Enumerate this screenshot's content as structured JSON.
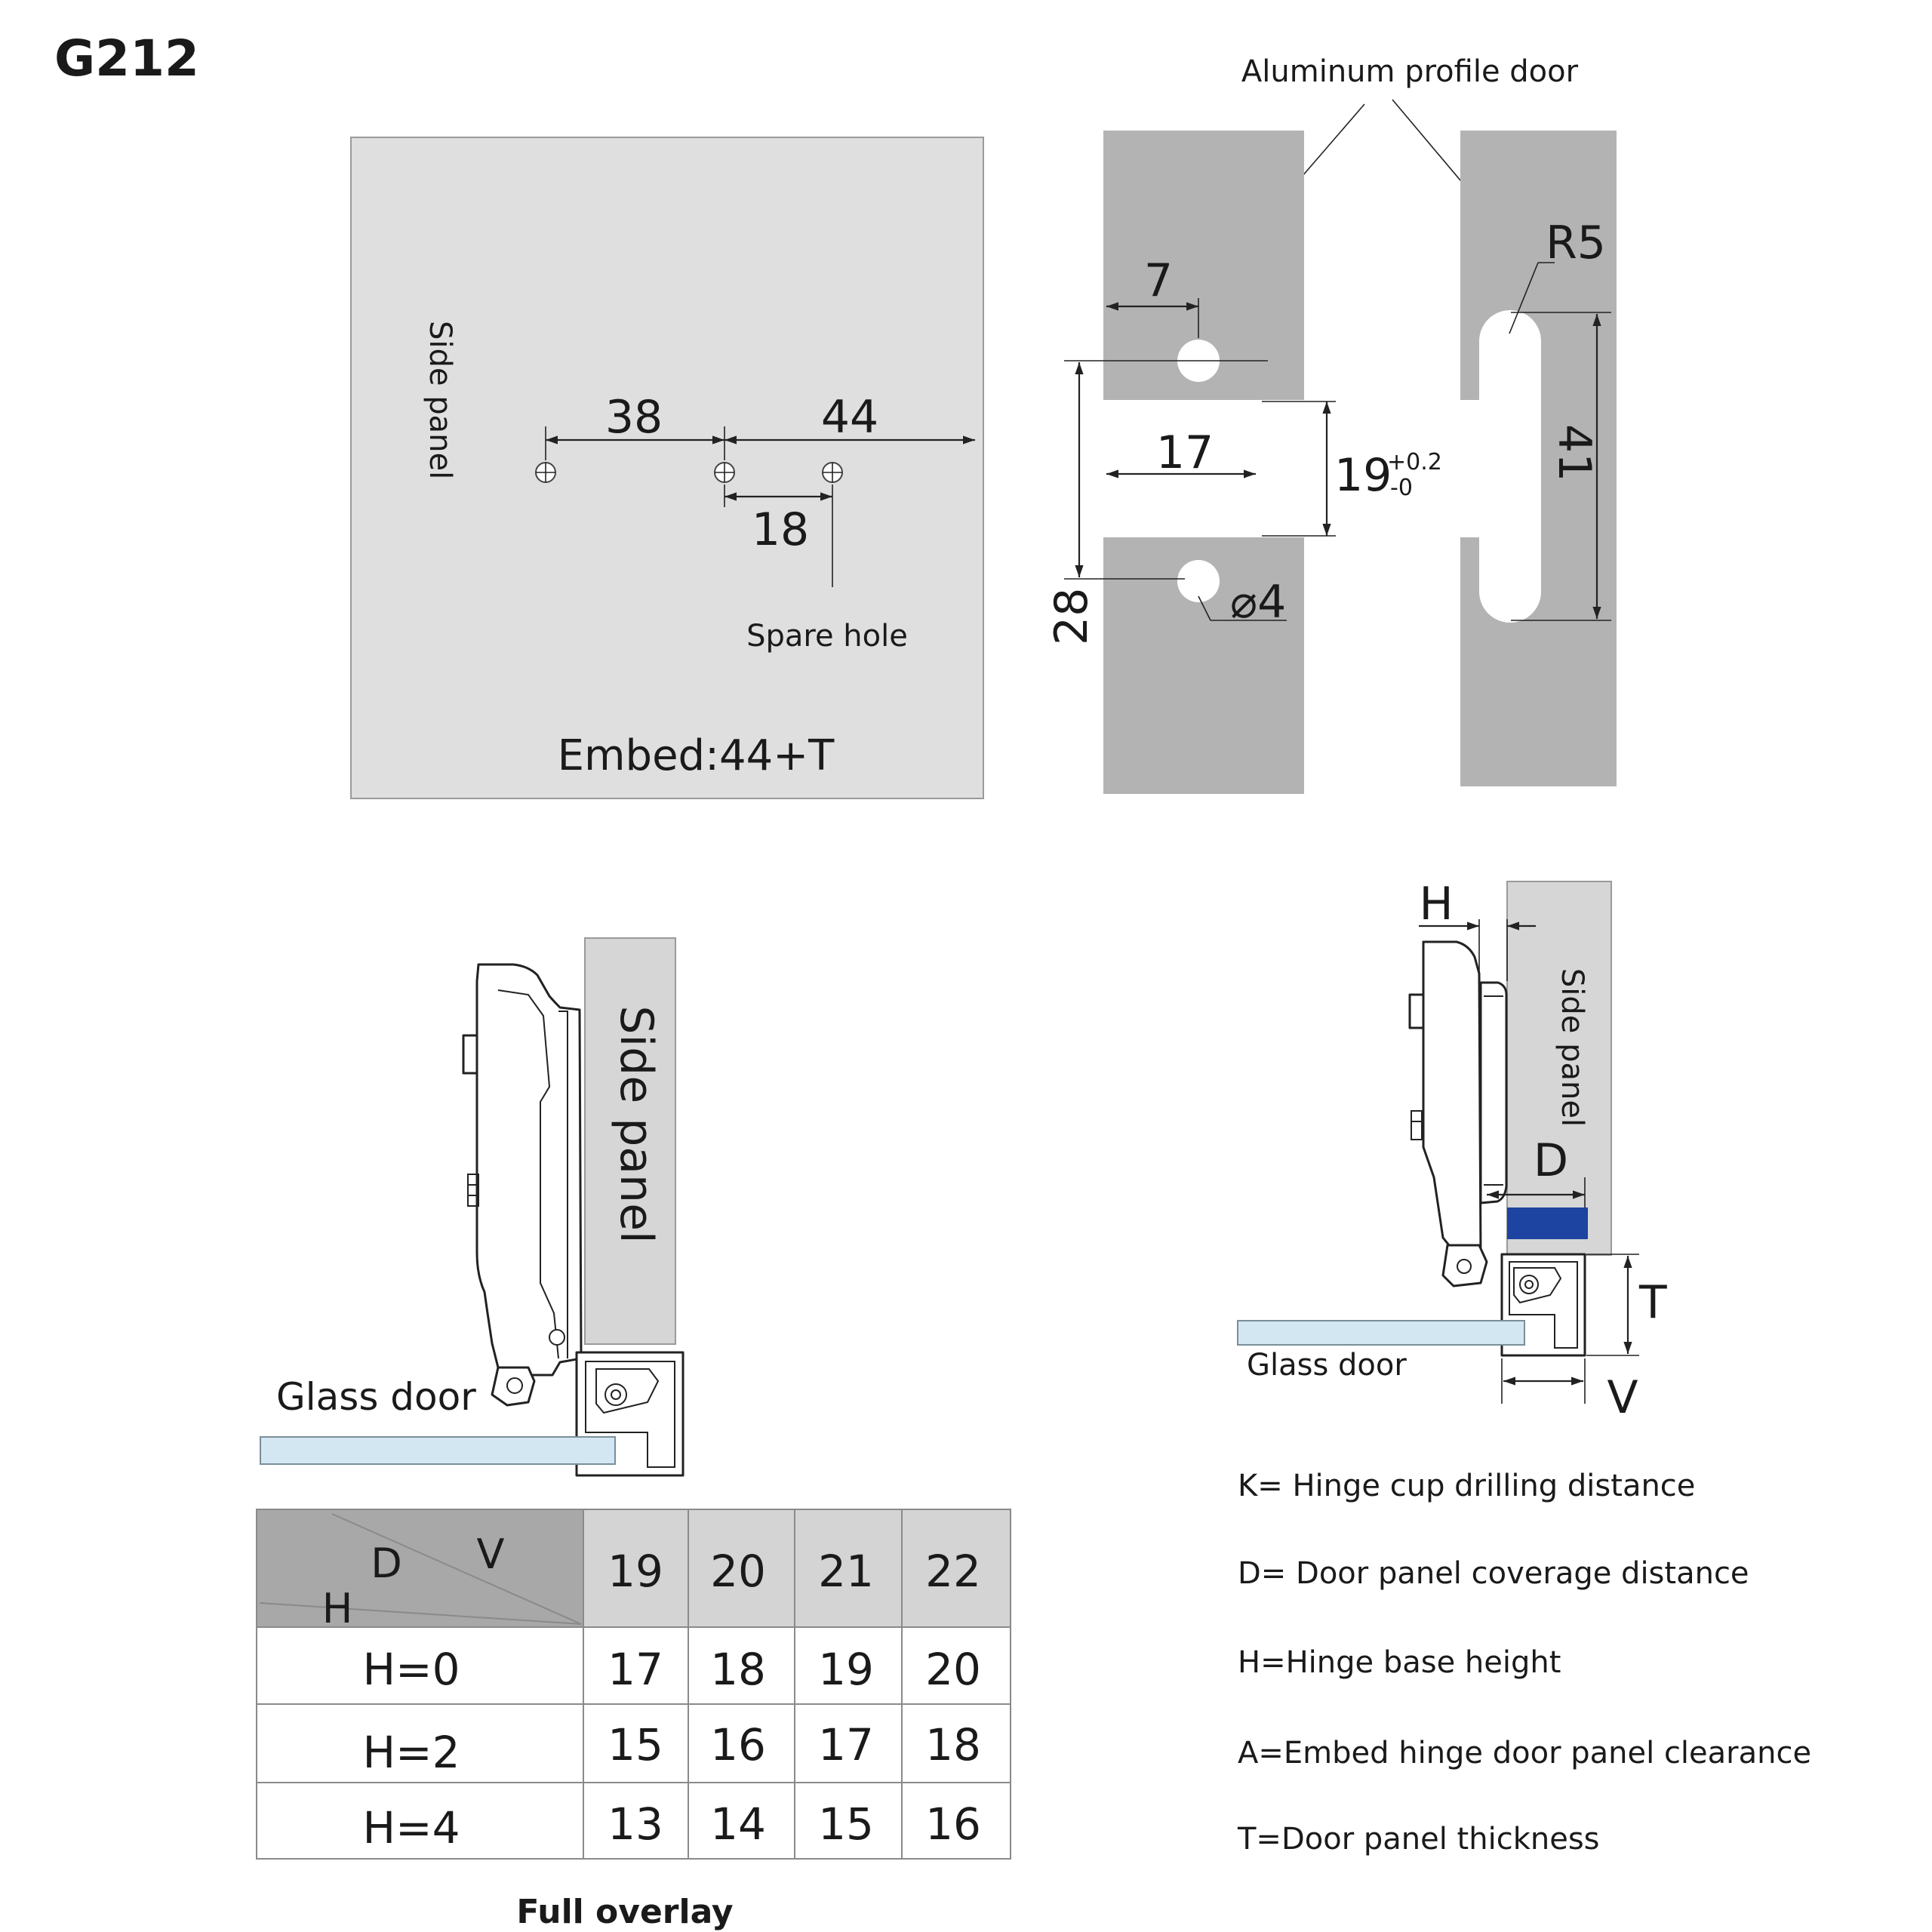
{
  "model": "G212",
  "top_left": {
    "side_panel_label": "Side panel",
    "dim_38": "38",
    "dim_44": "44",
    "dim_18": "18",
    "spare_hole_label": "Spare hole",
    "embed_label": "Embed:44+T"
  },
  "top_right": {
    "profile_label": "Aluminum profile door",
    "dim_7": "7",
    "dim_17": "17",
    "dim_19": "19",
    "tol_plus": "+0.2",
    "tol_minus": "-0",
    "dim_28": "28",
    "dim_dia4": "⌀4",
    "dim_r5": "R5",
    "dim_41": "41"
  },
  "bottom_left": {
    "side_panel_label": "Side panel",
    "glass_door_label": "Glass door"
  },
  "bottom_right": {
    "h_label": "H",
    "side_panel_label": "Side panel",
    "d_label": "D",
    "t_label": "T",
    "v_label": "V",
    "glass_door_label": "Glass door"
  },
  "table": {
    "header_d": "D",
    "header_v": "V",
    "header_h": "H",
    "columns": [
      "19",
      "20",
      "21",
      "22"
    ],
    "rows": [
      {
        "label": "H=0",
        "values": [
          "17",
          "18",
          "19",
          "20"
        ]
      },
      {
        "label": "H=2",
        "values": [
          "15",
          "16",
          "17",
          "18"
        ]
      },
      {
        "label": "H=4",
        "values": [
          "13",
          "14",
          "15",
          "16"
        ]
      }
    ],
    "caption": "Full overlay"
  },
  "legend": [
    "K= Hinge cup drilling distance",
    "D= Door panel coverage distance",
    "H=Hinge base height",
    "A=Embed hinge door panel clearance",
    "T=Door panel thickness"
  ],
  "colors": {
    "profile_grey": "#b3b3b3",
    "panel_grey": "#dfdfdf",
    "table_header_grey": "#a8a8a8",
    "glass_blue": "#d3e7f3",
    "coverage_blue": "#1c44a0"
  }
}
